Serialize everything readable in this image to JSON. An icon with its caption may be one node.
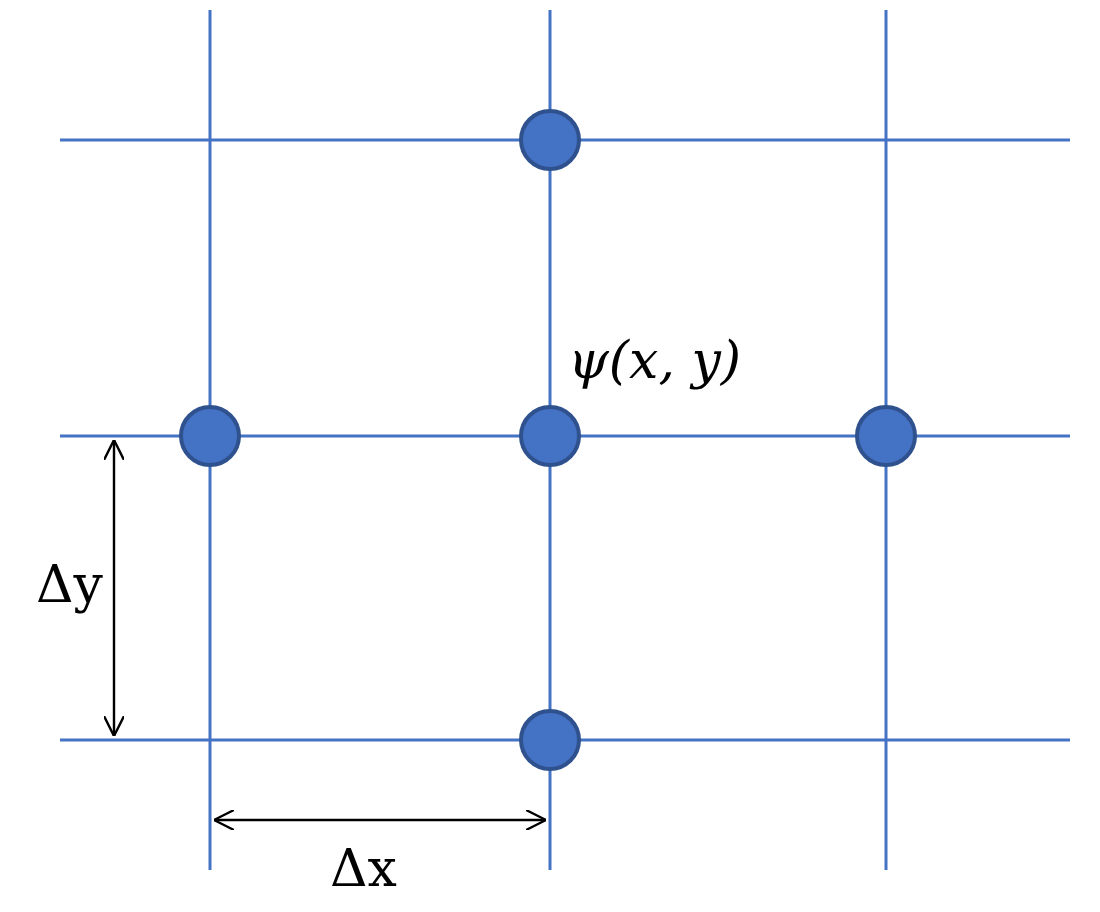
{
  "diagram": {
    "nodes": [
      {
        "text": [],
        "shape": "circle"
      },
      {
        "text": [],
        "shape": "circle"
      },
      {
        "text": [],
        "shape": "circle",
        "beside": [
          "ψ(x, y)"
        ]
      },
      {
        "text": [],
        "shape": "circle"
      },
      {
        "text": [],
        "shape": "circle"
      }
    ],
    "edges": [],
    "labels": [
      "Δy",
      "Δx"
    ]
  }
}
